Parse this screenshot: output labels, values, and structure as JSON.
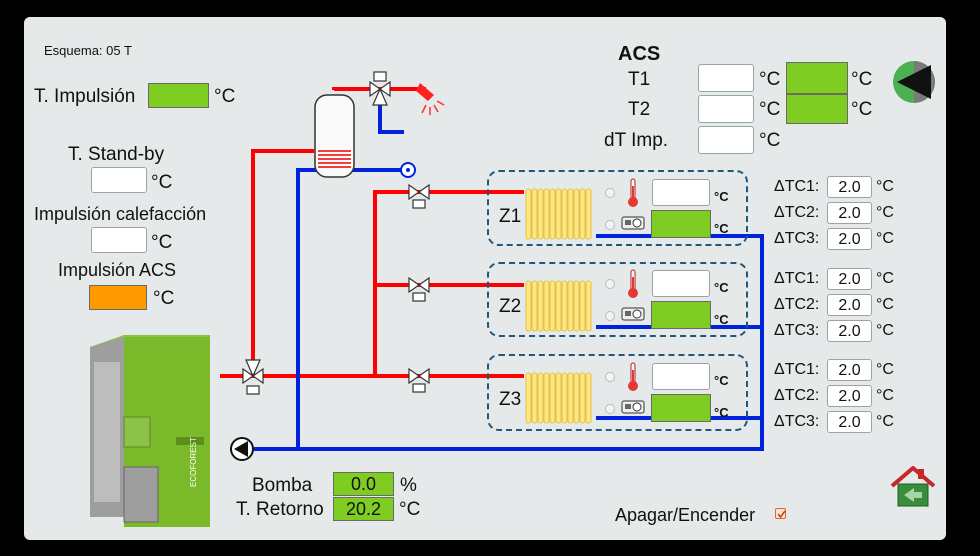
{
  "schema_label": "Esquema: 05 T",
  "impulsion": {
    "label": "T. Impulsión",
    "unit": "°C"
  },
  "standby": {
    "label": "T. Stand-by",
    "unit": "°C"
  },
  "calefaccion": {
    "label": "Impulsión calefacción",
    "unit": "°C"
  },
  "acs_impulsion": {
    "label": "Impulsión ACS",
    "unit": "°C"
  },
  "acs": {
    "title": "ACS",
    "t1_label": "T1",
    "t2_label": "T2",
    "dt_label": "dT Imp.",
    "unit": "°C"
  },
  "zones": [
    {
      "name": "Z1",
      "unit": "°C",
      "dtc": [
        {
          "label": "ΔTC1:",
          "value": "2.0"
        },
        {
          "label": "ΔTC2:",
          "value": "2.0"
        },
        {
          "label": "ΔTC3:",
          "value": "2.0"
        }
      ]
    },
    {
      "name": "Z2",
      "unit": "°C",
      "dtc": [
        {
          "label": "ΔTC1:",
          "value": "2.0"
        },
        {
          "label": "ΔTC2:",
          "value": "2.0"
        },
        {
          "label": "ΔTC3:",
          "value": "2.0"
        }
      ]
    },
    {
      "name": "Z3",
      "unit": "°C",
      "dtc": [
        {
          "label": "ΔTC1:",
          "value": "2.0"
        },
        {
          "label": "ΔTC2:",
          "value": "2.0"
        },
        {
          "label": "ΔTC3:",
          "value": "2.0"
        }
      ]
    }
  ],
  "dtc_unit": "°C",
  "pump": {
    "label": "Bomba",
    "value": "0.0",
    "unit": "%"
  },
  "retorno": {
    "label": "T. Retorno",
    "value": "20.2",
    "unit": "°C"
  },
  "power": {
    "label": "Apagar/Encender",
    "checked": true
  },
  "boiler_brand": "ECOFOREST",
  "icons": {
    "back": "back-arrow-icon",
    "home": "home-icon",
    "thermometer": "thermometer-icon",
    "thermostat": "thermostat-icon"
  },
  "colors": {
    "hot": "#ff0000",
    "cold": "#0022dd",
    "green": "#7fcc22",
    "orange": "#ff9900",
    "zone_border": "#245678"
  }
}
